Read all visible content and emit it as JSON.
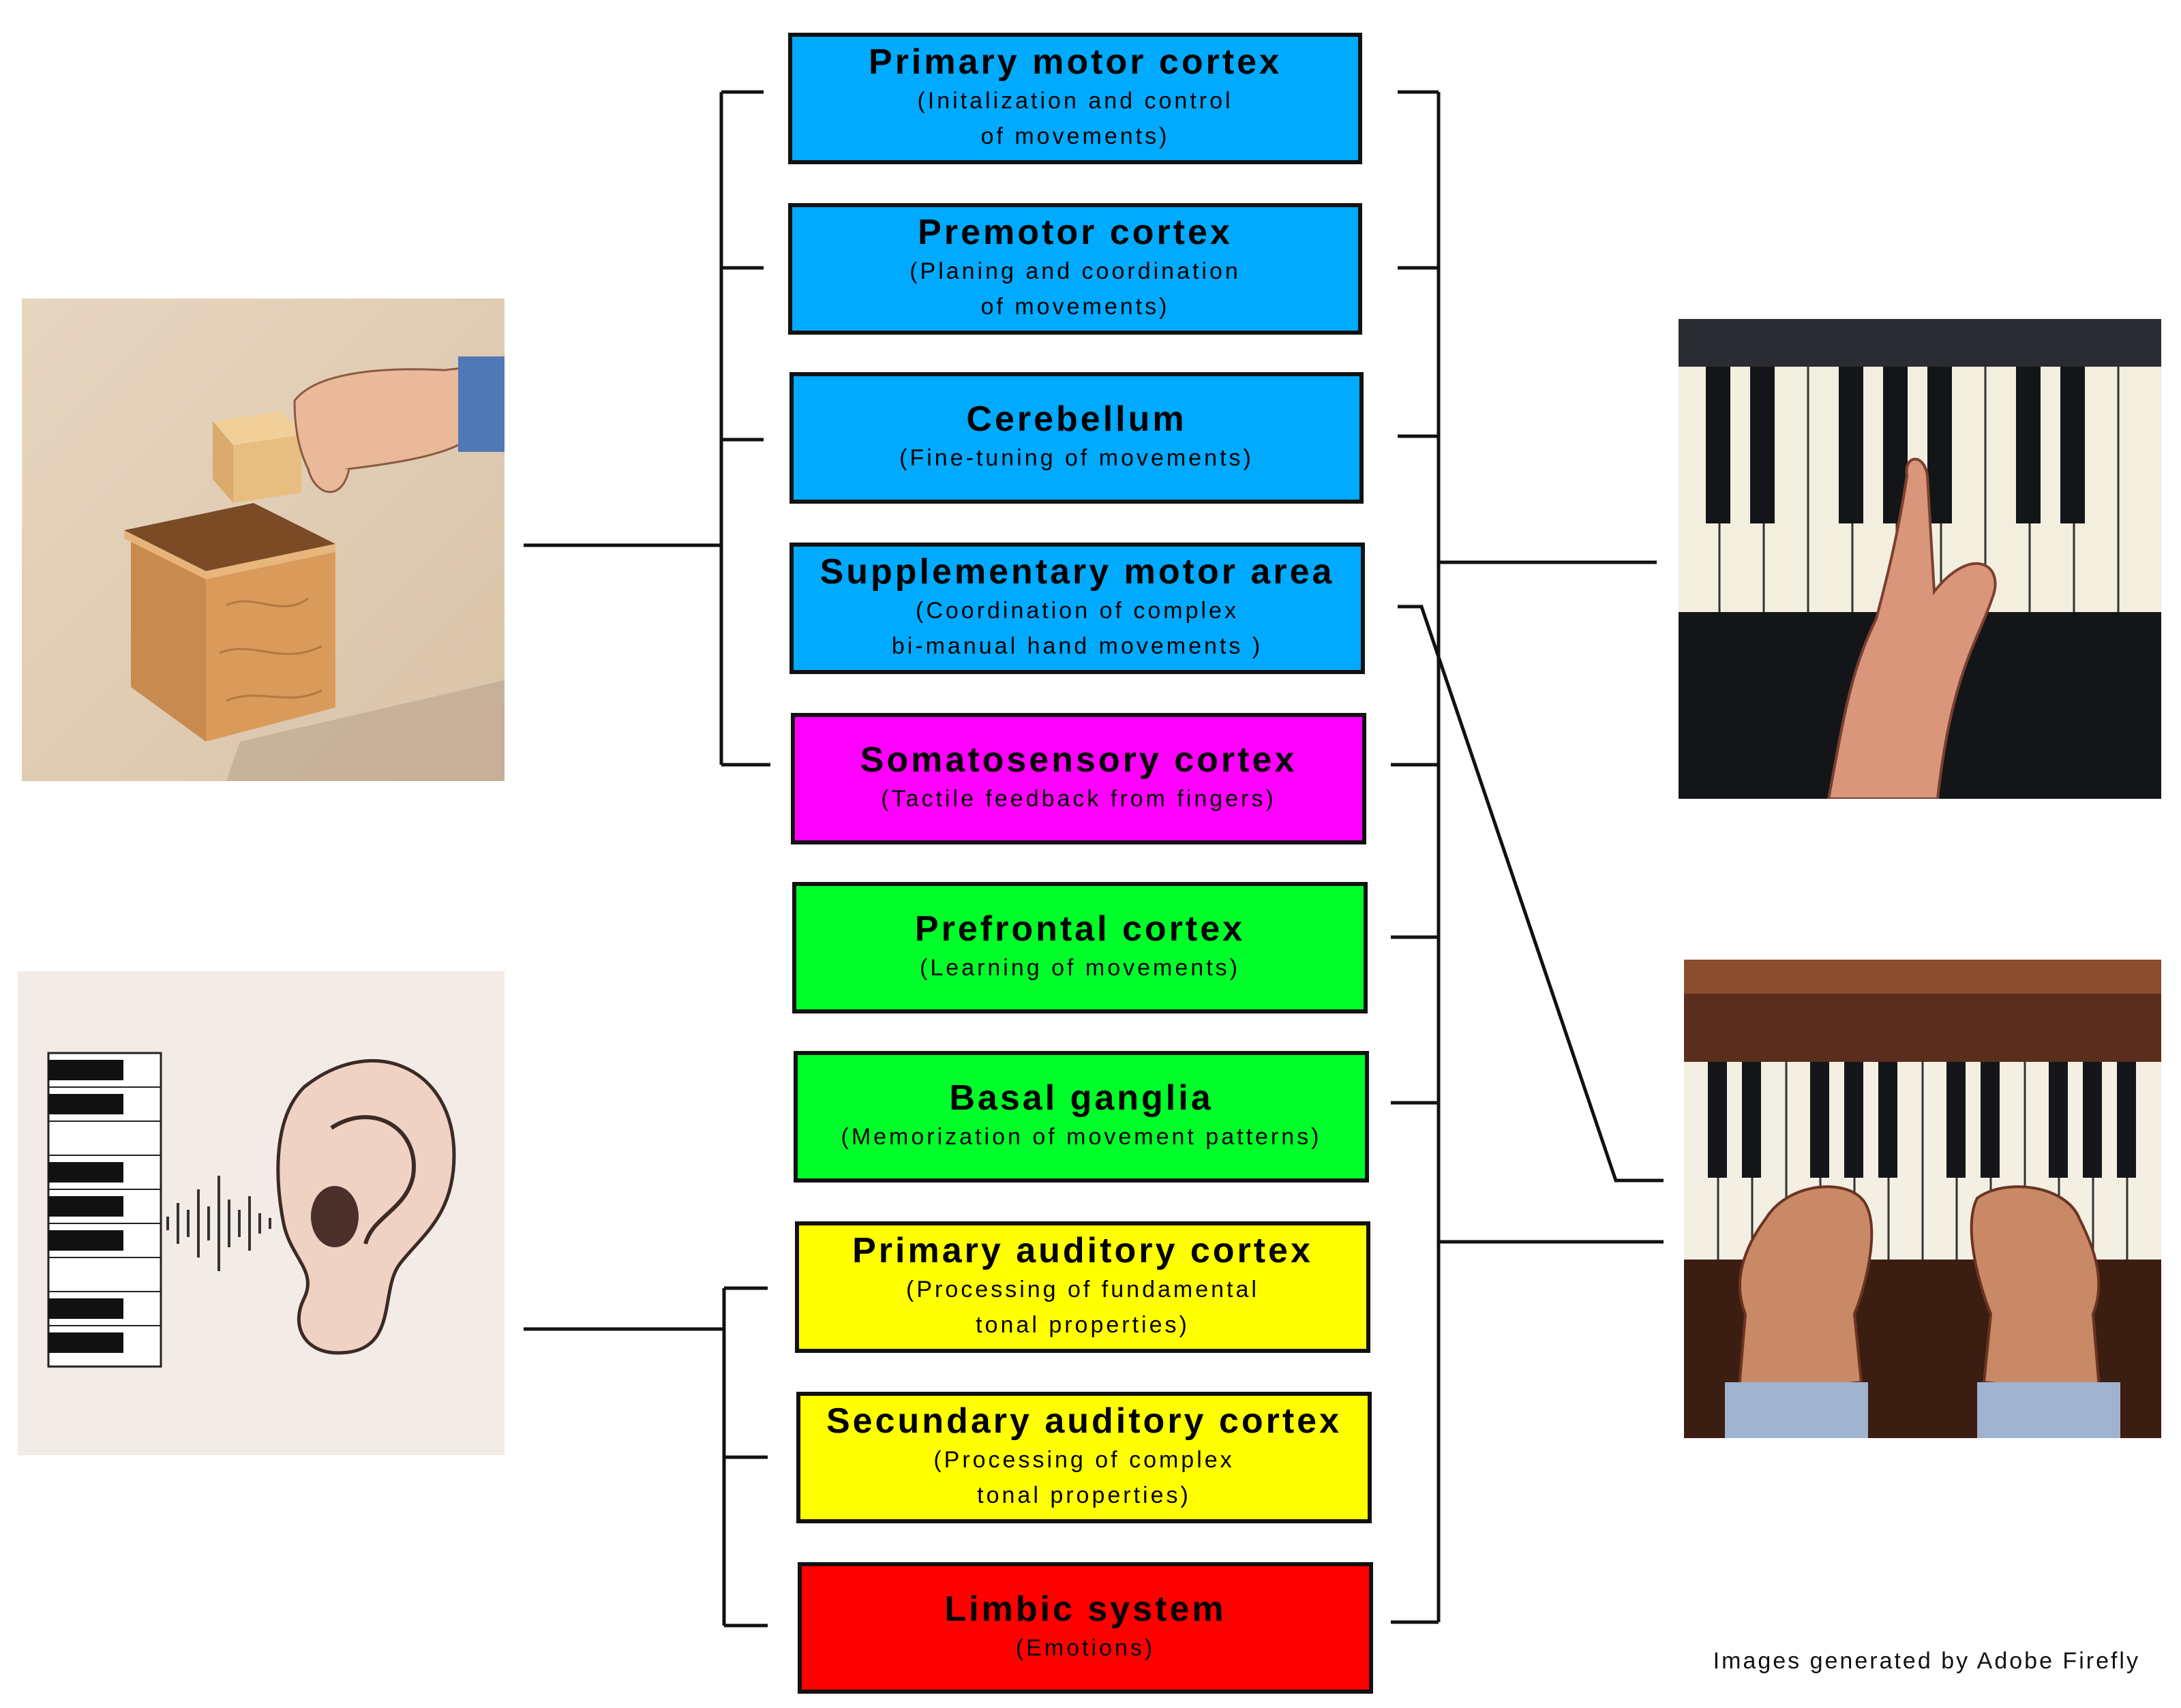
{
  "colors": {
    "motor": "#00aaff",
    "sensory": "#ff00ff",
    "learning": "#00ff2a",
    "auditory": "#ffff00",
    "limbic": "#ff0000",
    "line": "#111111"
  },
  "boxes": [
    {
      "title": "Primary motor cortex",
      "desc": "(Initalization and control\nof movements)",
      "color": "motor"
    },
    {
      "title": "Premotor cortex",
      "desc": "(Planing and coordination\nof movements)",
      "color": "motor"
    },
    {
      "title": "Cerebellum",
      "desc": "(Fine-tuning of movements)",
      "color": "motor"
    },
    {
      "title": "Supplementary motor area",
      "desc": "(Coordination of complex\nbi-manual hand movements )",
      "color": "motor"
    },
    {
      "title": "Somatosensory cortex",
      "desc": "(Tactile feedback from fingers)",
      "color": "sensory"
    },
    {
      "title": "Prefrontal cortex",
      "desc": "(Learning of movements)",
      "color": "learning"
    },
    {
      "title": "Basal ganglia",
      "desc": "(Memorization of movement patterns)",
      "color": "learning"
    },
    {
      "title": "Primary auditory cortex",
      "desc": "(Processing of fundamental\ntonal properties)",
      "color": "auditory"
    },
    {
      "title": "Secundary auditory cortex",
      "desc": "(Processing of complex\ntonal properties)",
      "color": "auditory"
    },
    {
      "title": "Limbic system",
      "desc": "(Emotions)",
      "color": "limbic"
    }
  ],
  "images": {
    "box_hand": "hand-placing-cube-in-box-illustration",
    "ear_piano": "piano-keys-sound-wave-ear-illustration",
    "piano_one_finger": "single-finger-pressing-piano-key-illustration",
    "piano_two_hands": "two-hands-playing-piano-illustration"
  },
  "credit": "Images generated by Adobe Firefly"
}
